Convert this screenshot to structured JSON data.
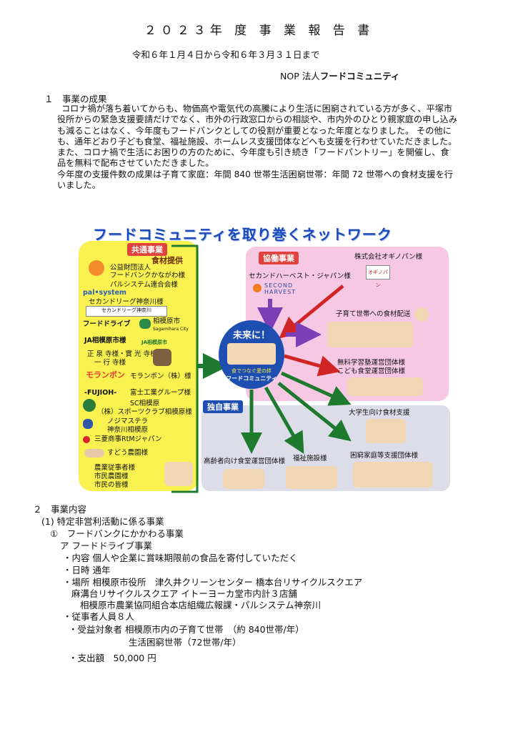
{
  "report_title": "２０２３年 度 事 業 報 告 書",
  "period": "令和６年１月４日から令和６年３月３１日まで",
  "org_prefix": "NOP 法人",
  "org_name": "フードコミュニティ",
  "section1_heading": "１　事業の成果",
  "section1_body": [
    "コロナ禍が落ち着いてからも、物価高や電気代の高騰により生活に困窮されている方が多く、平塚市役所からの緊急支援要請だけでなく、市外の行政窓口からの相談や、市内外のひとり親家庭の申し込みも減ることはなく、今年度もフードバンクとしての役割が重要となった年度となりました。 その他にも、通年どおり子ども食堂、福祉施設、ホームレス支援団体などへも支援を行わせていただきました。また、コロナ禍で生活にお困りの方のために、今年度も引き続き「フードパントリー」を開催し、食品を無料で配布させていただきました。",
    "今年度の支援件数の成果は子育て家庭：年間 840 世帯生活困窮世帯：年間 72 世帯への食材支援を行いました。"
  ],
  "diagram": {
    "title": "フードコミュニティを取り巻くネットワーク",
    "common_tag": "共通事業",
    "food_supply": "食材提供",
    "donors": [
      "公益財団法人",
      "フードバンクかながわ様",
      "パルシステム連合会様",
      "pal•system",
      "セカンドリーグ神奈川様",
      "セカンドリーグ神奈川",
      "フードドライブ",
      "相模原市",
      "Sagamihara City",
      "JA相模原市様",
      "JA相模原市",
      "正 泉 寺様・實 光 寺様",
      "一 行 寺様",
      "モランボン",
      "モランボン（株）様",
      "-FUJIOH-",
      "富士工業グループ様",
      "SC相模原",
      "（株）スポーツクラブ相模原様",
      "ノジマステラ",
      "神奈川相模原",
      "三菱商事RtMジャパン",
      "すどう農園様",
      "農業従事者様",
      "市民農園様",
      "市民の皆様"
    ],
    "center_top": "未来に！",
    "center_tagline": "食でつなぐ愛の絆",
    "center_name": "フードコミュニティ",
    "coop_tag": "協働事業",
    "coop_items": [
      "株式会社オギノパン様",
      "オギノパン",
      "セカンドハーベスト・ジャパン様",
      "SECOND",
      "HARVEST",
      "子育て世帯への食材配送",
      "無料学習塾運営団体様",
      "こども食堂運営団体様"
    ],
    "own_tag": "独自事業",
    "own_items": [
      "大学生向け食材支援",
      "高齢者向け食堂運営団体様",
      "福祉施設様",
      "困窮家庭等支援団体様"
    ]
  },
  "section2": {
    "heading": "２　事業内容",
    "sub1": "(1) 特定非営利活動に係る事業",
    "sub1_1": "①　フードバンクにかかわる事業",
    "sub_a": "ア フードドライブ事業",
    "content": "・内容 個人や企業に賞味期限前の食品を寄付していただく",
    "datetime": "・日時 通年",
    "place1": "・場所 相模原市役所　津久井クリーンセンター 橋本台リサイクルスクエア",
    "place2": "麻溝台リサイクルスクエア イトーヨーカ堂市内計３店舗",
    "place3": "相模原市農業協同組合本店組織広報課・パルシステム神奈川",
    "staff": "・従事者人員８人",
    "target1": "・受益対象者 相模原市内の子育て世帯　（約 840世帯/年）",
    "target2": "生活困窮世帯（72世帯/年）",
    "expense": "・支出額　50,000 円"
  },
  "colors": {
    "yellow_panel": "#f9f150",
    "pink_panel": "#f7c8e3",
    "grey_panel": "#dcdde8",
    "title_blue": "#1c49b8",
    "red_tag": "#e0423d",
    "green_arrow": "#1e7a2e",
    "red_arrow": "#d12525",
    "purple_arrow": "#7d3fb5"
  }
}
